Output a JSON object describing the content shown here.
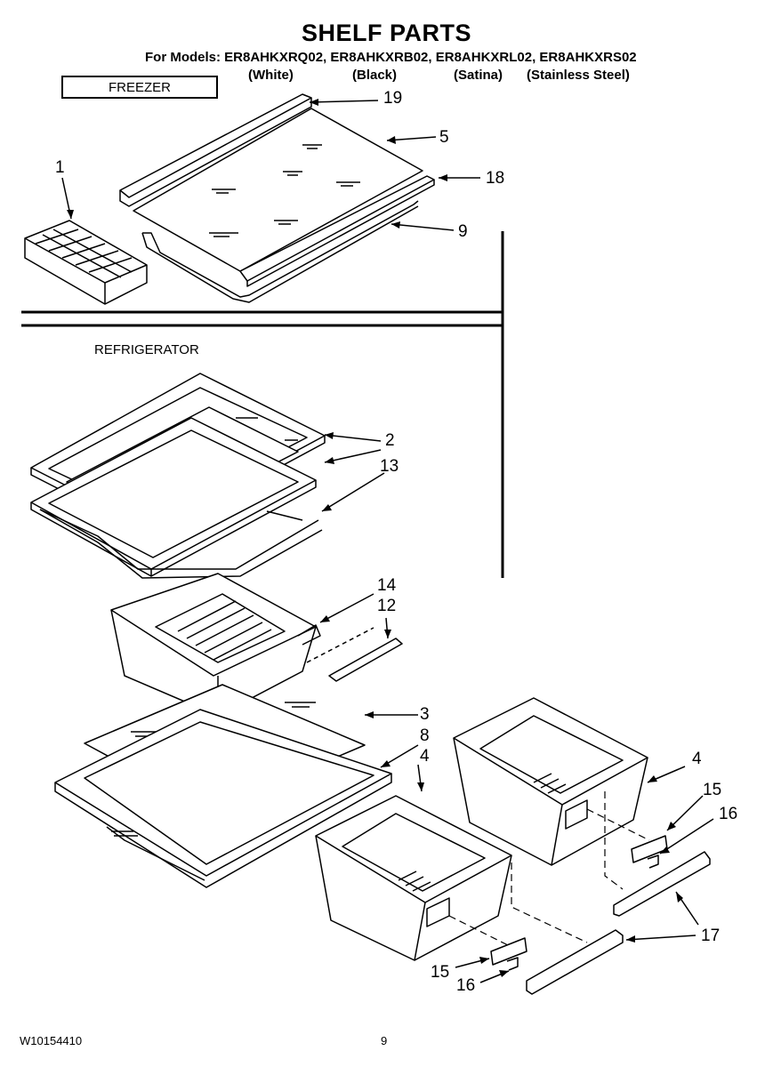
{
  "header": {
    "title": "SHELF PARTS",
    "models_line": "For Models: ER8AHKXRQ02, ER8AHKXRB02, ER8AHKXRL02, ER8AHKXRS02",
    "variants": [
      "(White)",
      "(Black)",
      "(Satina)",
      "(Stainless Steel)"
    ]
  },
  "sections": {
    "freezer": "FREEZER",
    "refrigerator": "REFRIGERATOR"
  },
  "callouts": {
    "c19": "19",
    "c5": "5",
    "c18": "18",
    "c9": "9",
    "c1": "1",
    "c2": "2",
    "c13": "13",
    "c14": "14",
    "c12": "12",
    "c3": "3",
    "c8": "8",
    "c4a": "4",
    "c4b": "4",
    "c15a": "15",
    "c16a": "16",
    "c17": "17",
    "c15b": "15",
    "c16b": "16"
  },
  "footer": {
    "doc_number": "W10154410",
    "page_number": "9"
  }
}
